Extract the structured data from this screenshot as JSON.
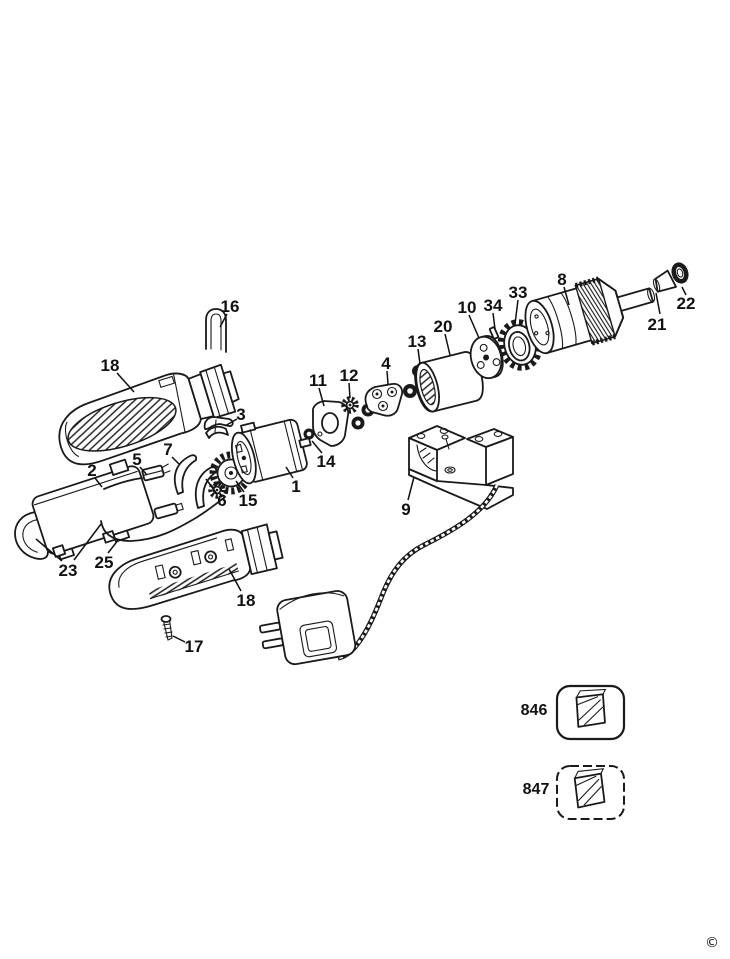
{
  "diagram": {
    "background": "#ffffff",
    "line_color": "#1a1a1a",
    "copyright": "©",
    "labels": {
      "p1": "1",
      "p2": "2",
      "p3": "3",
      "p4": "4",
      "p5": "5",
      "p6": "6",
      "p7": "7",
      "p8": "8",
      "p9": "9",
      "p10": "10",
      "p11": "11",
      "p12": "12",
      "p13": "13",
      "p14": "14",
      "p15": "15",
      "p16": "16",
      "p17": "17",
      "p18_upper": "18",
      "p18_lower": "18",
      "p20": "20",
      "p21": "21",
      "p22": "22",
      "p23": "23",
      "p25": "25",
      "p33": "33",
      "p34": "34"
    },
    "kit_items": {
      "item_846": {
        "label": "846",
        "icon": "parts-bag-icon"
      },
      "item_847": {
        "label": "847",
        "icon": "parts-bag-icon"
      }
    }
  }
}
